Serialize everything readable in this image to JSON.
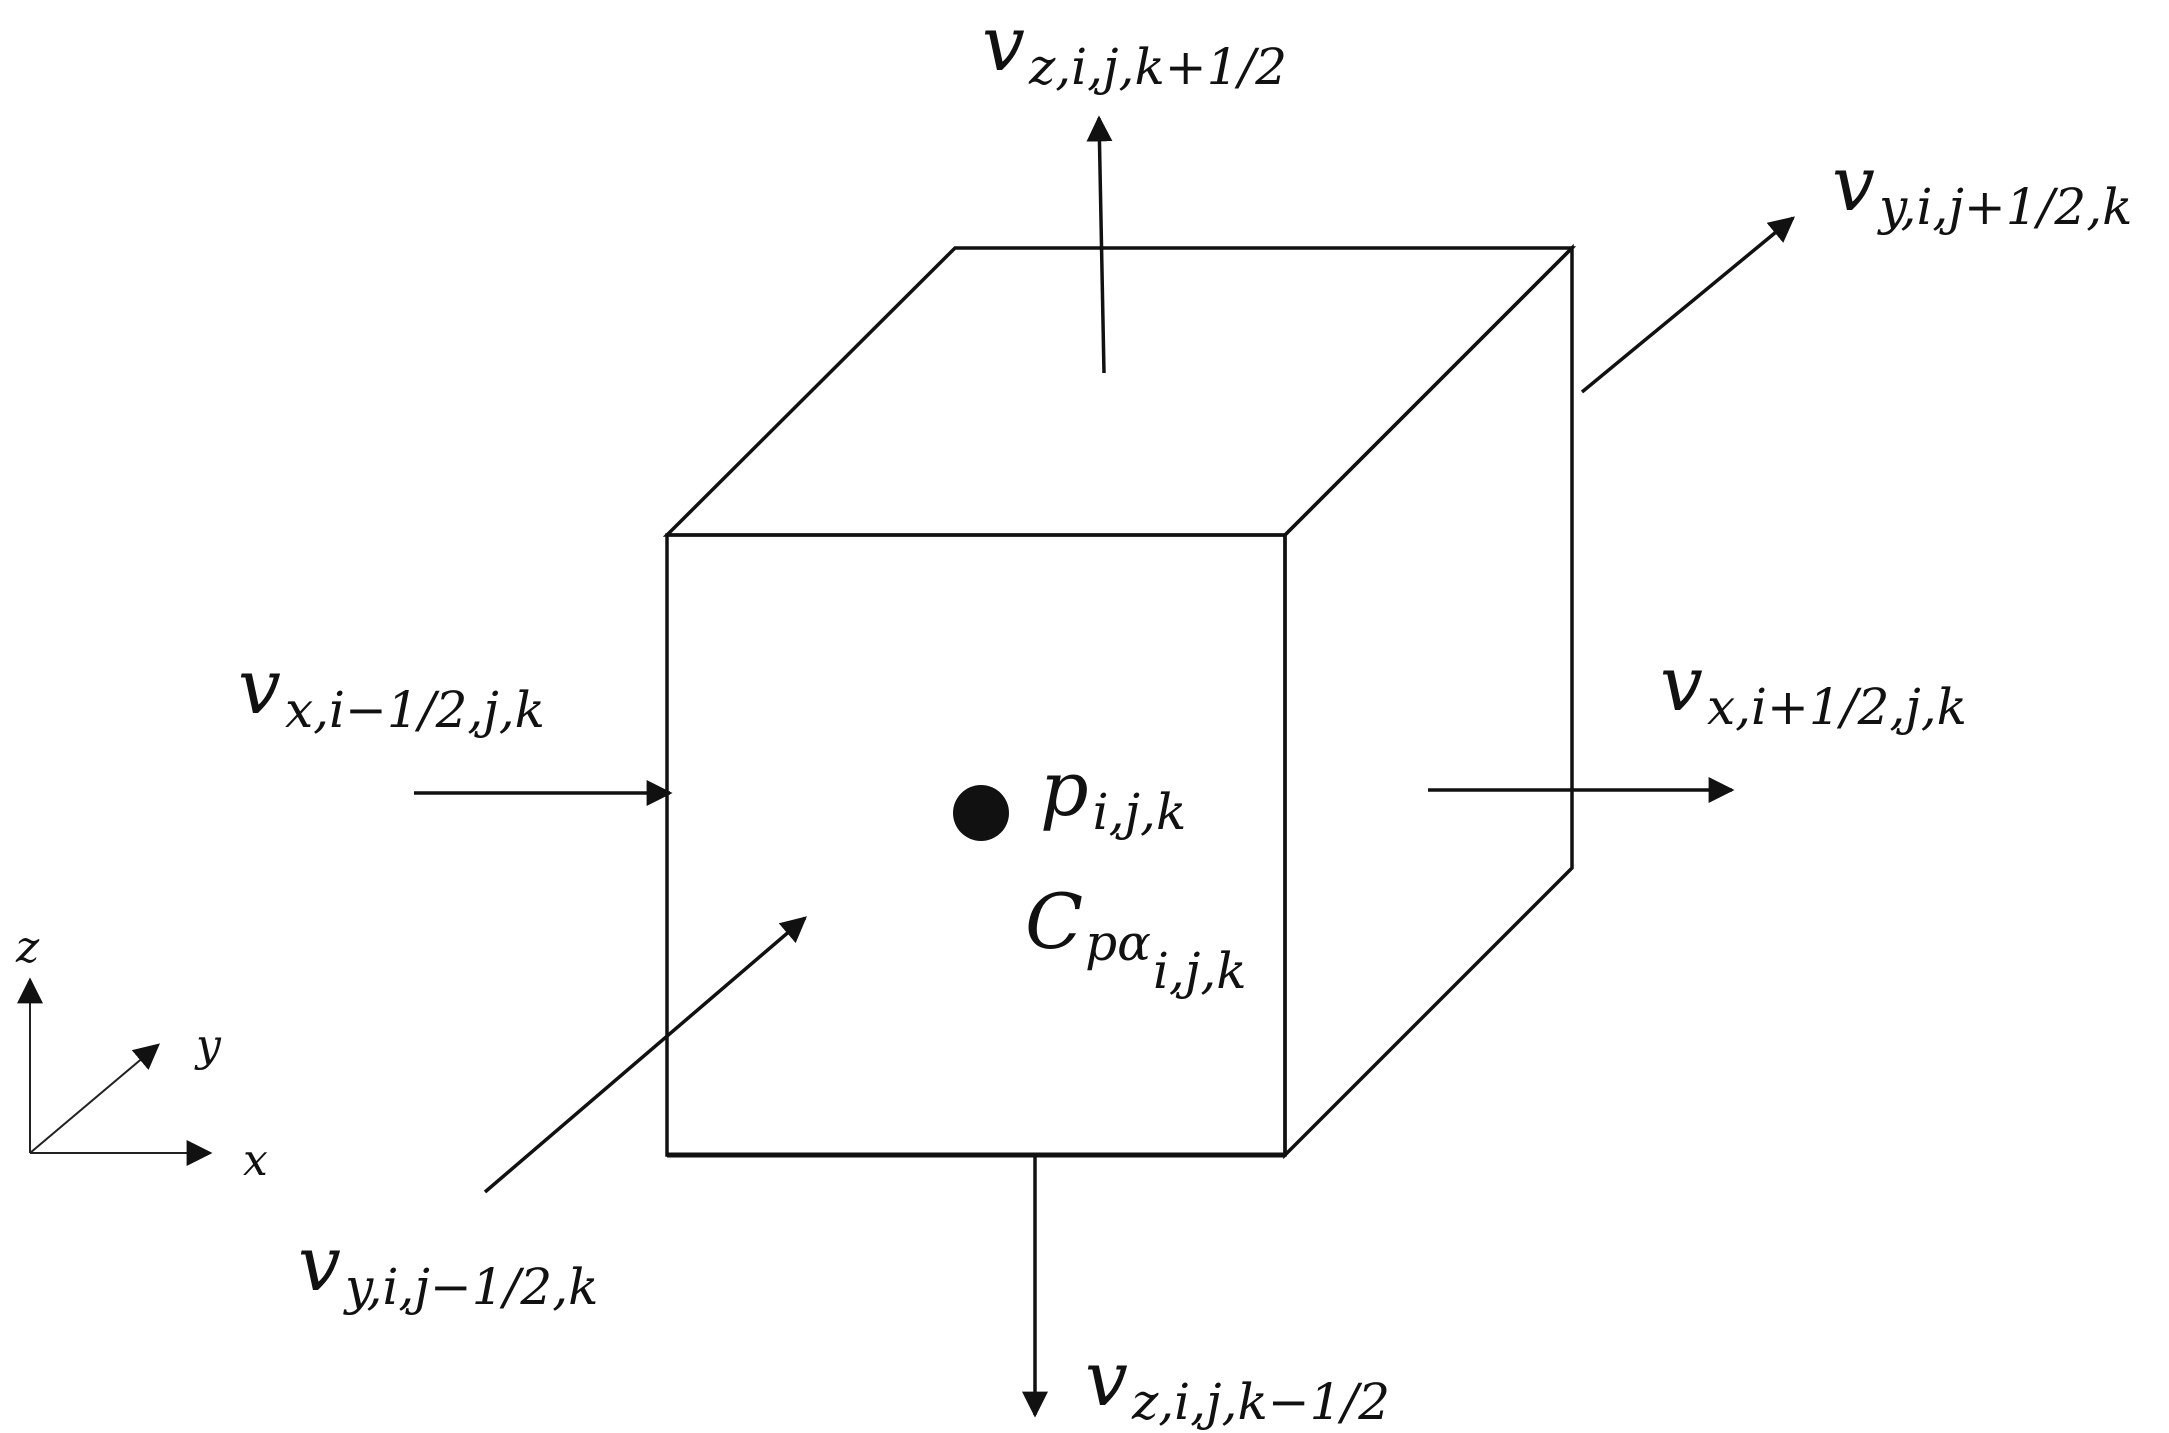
{
  "colors": {
    "ink": "#111111",
    "background": "#ffffff"
  },
  "labels": {
    "vz_top": {
      "main": "v",
      "sub": "z,i,j,k+1/2"
    },
    "vy_back": {
      "main": "v",
      "sub": "y,i,j+1/2,k"
    },
    "vx_left": {
      "main": "v",
      "sub": "x,i−1/2,j,k"
    },
    "vx_right": {
      "main": "v",
      "sub": "x,i+1/2,j,k"
    },
    "vy_front": {
      "main": "v",
      "sub": "y,i,j−1/2,k"
    },
    "vz_bottom": {
      "main": "v",
      "sub": "z,i,j,k−1/2"
    },
    "pressure": {
      "main": "p",
      "sub": "i,j,k"
    },
    "concentration": {
      "main": "C",
      "sub1": "pα",
      "sub2": "i,j,k"
    }
  },
  "axes": {
    "z": "z",
    "y": "y",
    "x": "x"
  }
}
